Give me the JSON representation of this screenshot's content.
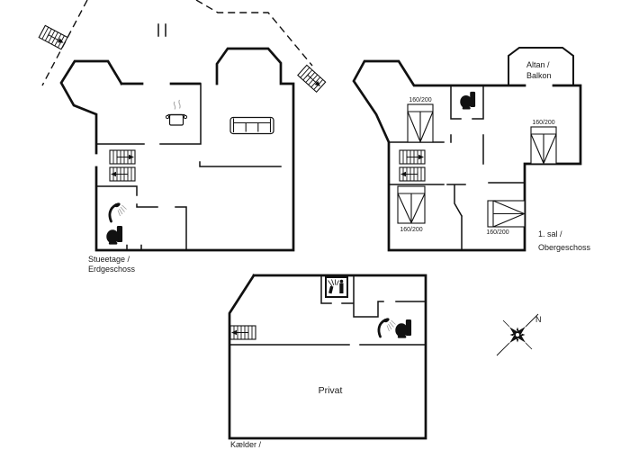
{
  "sheet": {
    "background": "#ffffff",
    "wall_color": "#111111",
    "steam_color": "#aaaaaa"
  },
  "ground_floor": {
    "name_line1": "Stueetage /",
    "name_line2": "Erdgeschoss"
  },
  "first_floor": {
    "name_line1": "1. sal /",
    "name_line2": "Obergeschoss",
    "balcony_line1": "Altan /",
    "balcony_line2": "Balkon",
    "beds": [
      "160/200",
      "160/200",
      "160/200",
      "160/200"
    ]
  },
  "basement": {
    "name": "Kælder /",
    "private_room": "Privat"
  },
  "compass": {
    "north": "N"
  },
  "icons": {
    "stairs": "stairs-icon",
    "toilet": "toilet-icon",
    "shower": "shower-icon",
    "sauna": "sauna-icon",
    "sofa": "sofa-icon",
    "pot": "cooking-pot-icon",
    "compass": "compass-rose-icon"
  }
}
